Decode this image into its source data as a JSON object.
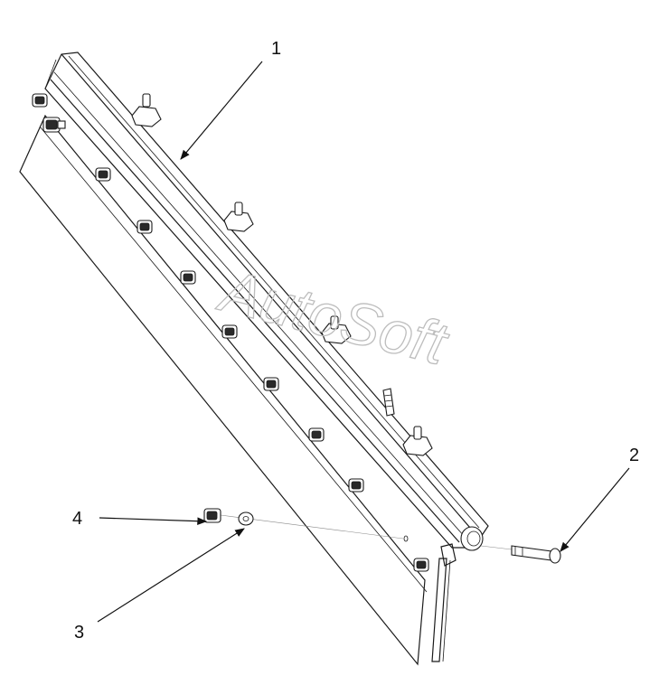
{
  "callouts": {
    "c1": "1",
    "c2": "2",
    "c3": "3",
    "c4": "4"
  },
  "watermark": "AutoSoft",
  "colors": {
    "line": "#1a1a1a",
    "watermark": "#bdbdbd",
    "background": "#ffffff"
  }
}
